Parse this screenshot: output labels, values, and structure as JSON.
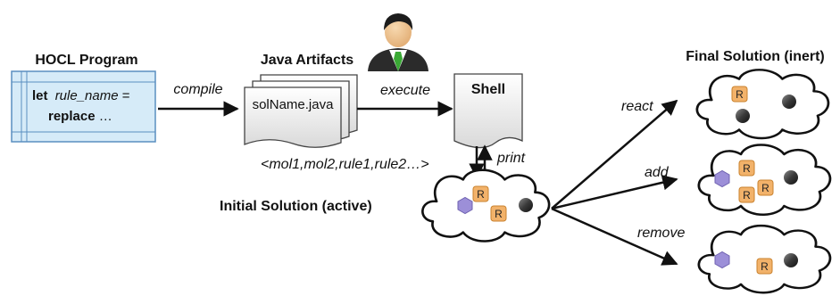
{
  "hocl": {
    "title": "HOCL Program",
    "line1_kw": "let",
    "line1_name": "rule_name",
    "line1_eq": " =",
    "line2_kw": "replace",
    "line2_rest": " …"
  },
  "java": {
    "title": "Java Artifacts",
    "file": "solName.java"
  },
  "shell": {
    "title": "Shell"
  },
  "edges": {
    "compile": "compile",
    "execute": "execute",
    "print": "print",
    "react": "react",
    "add": "add",
    "remove": "remove"
  },
  "tuple": "<mol1,mol2,rule1,rule2…>",
  "initial": {
    "title": "Initial Solution (active)"
  },
  "final": {
    "title": "Final Solution (inert)"
  },
  "molecule": {
    "rule_letter": "R"
  },
  "colors": {
    "hocl_fill": "#d6ebf8",
    "hocl_border": "#5a8fc0",
    "rule_fill": "#f2b26a",
    "rule_border": "#c9822e",
    "hexagon": "#9c8fd8",
    "ball": "#3a3a3a",
    "arrow": "#111111"
  }
}
